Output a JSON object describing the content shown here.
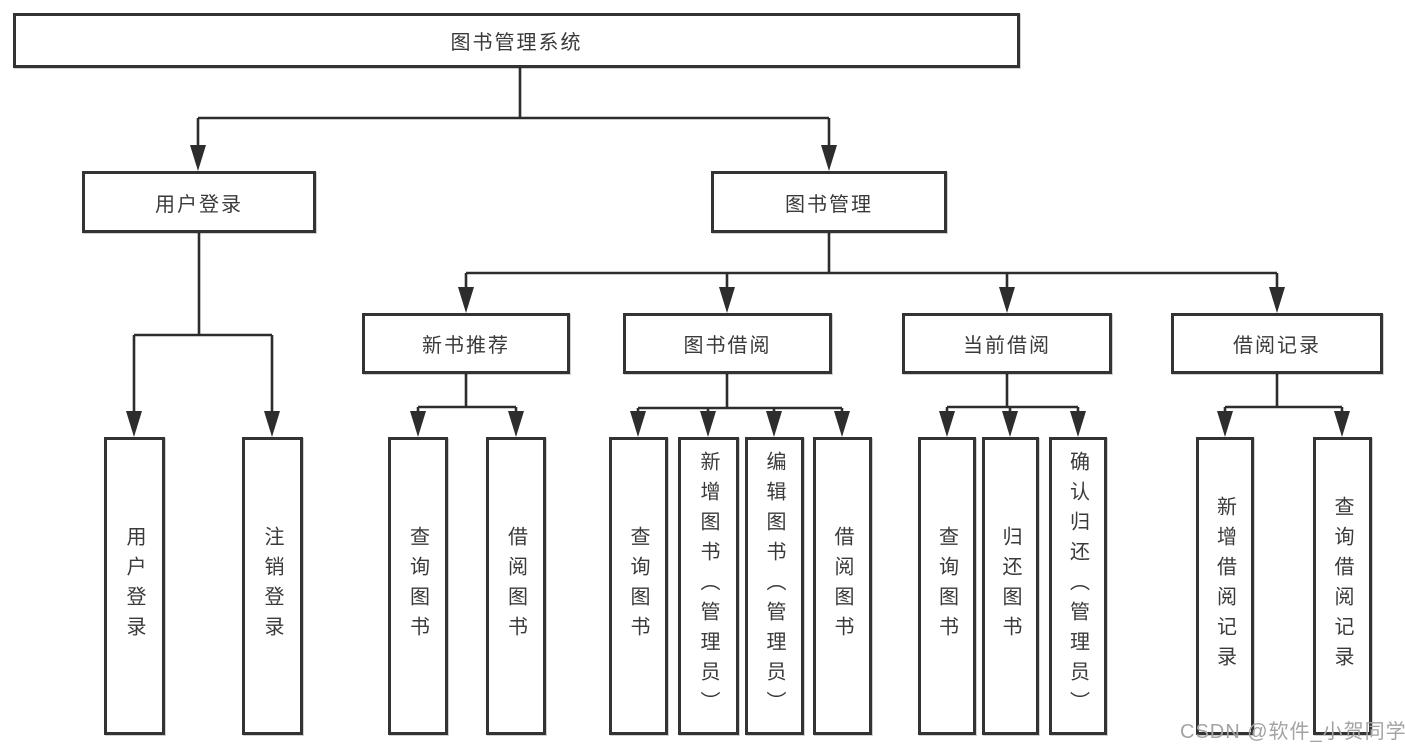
{
  "diagram": {
    "title": "图书管理系统",
    "watermark": "CSDN @软件_小贺同学",
    "colors": {
      "line": "#2d2d2d",
      "box_border": "#333333",
      "text": "#3a3a3a",
      "watermark": "#a3a3a3",
      "background": "#ffffff"
    }
  },
  "nodes": {
    "root": {
      "label": "图书管理系统"
    },
    "login": {
      "label": "用户登录"
    },
    "mgmt": {
      "label": "图书管理"
    },
    "new_books": {
      "label": "新书推荐"
    },
    "book_borrow": {
      "label": "图书借阅"
    },
    "current_borrow": {
      "label": "当前借阅"
    },
    "borrow_records": {
      "label": "借阅记录"
    },
    "login_user": {
      "label": "用户登录"
    },
    "login_logout": {
      "label": "注销登录"
    },
    "nb_query": {
      "label": "查询图书"
    },
    "nb_borrow": {
      "label": "借阅图书"
    },
    "bb_query": {
      "label": "查询图书"
    },
    "bb_add": {
      "label": "新增图书（管理员）"
    },
    "bb_edit": {
      "label": "编辑图书（管理员）"
    },
    "bb_borrow": {
      "label": "借阅图书"
    },
    "cb_query": {
      "label": "查询图书"
    },
    "cb_return": {
      "label": "归还图书"
    },
    "cb_confirm": {
      "label": "确认归还（管理员）"
    },
    "br_add": {
      "label": "新增借阅记录"
    },
    "br_query": {
      "label": "查询借阅记录"
    }
  }
}
